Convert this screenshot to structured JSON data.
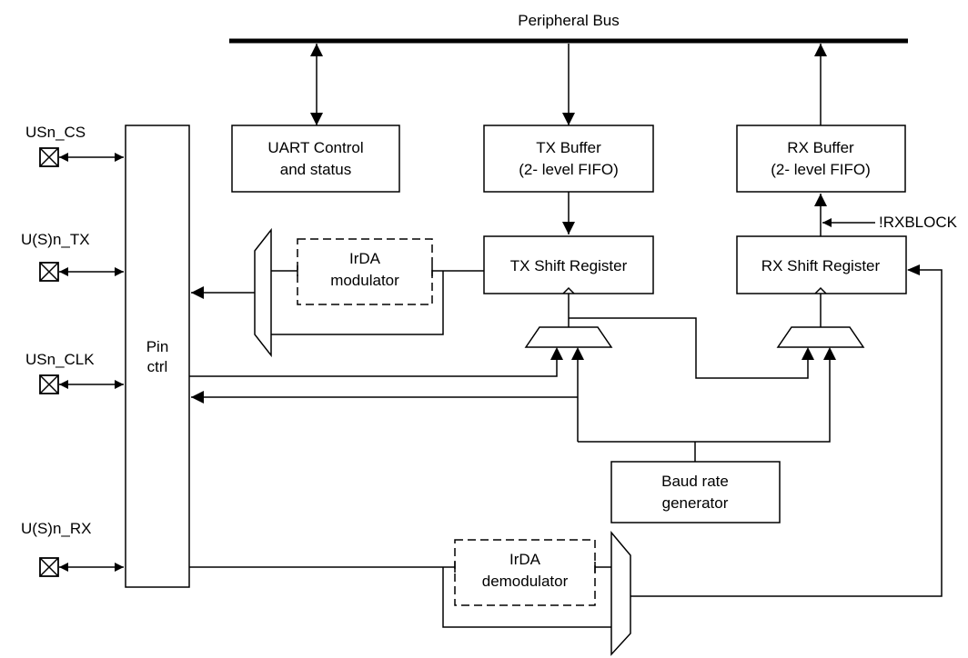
{
  "bus": {
    "label": "Peripheral Bus"
  },
  "pins": {
    "cs": "USn_CS",
    "tx": "U(S)n_TX",
    "clk": "USn_CLK",
    "rx": "U(S)n_RX"
  },
  "pin_ctrl": {
    "line1": "Pin",
    "line2": "ctrl"
  },
  "uart_control": {
    "line1": "UART Control",
    "line2": "and status"
  },
  "tx_buffer": {
    "line1": "TX Buffer",
    "line2": "(2- level FIFO)"
  },
  "rx_buffer": {
    "line1": "RX Buffer",
    "line2": "(2- level FIFO)"
  },
  "irda_mod": {
    "line1": "IrDA",
    "line2": "modulator"
  },
  "tx_shift": {
    "label": "TX Shift Register"
  },
  "rx_shift": {
    "label": "RX Shift Register"
  },
  "rxblock": {
    "label": "!RXBLOCK"
  },
  "baud": {
    "line1": "Baud rate",
    "line2": "generator"
  },
  "irda_demod": {
    "line1": "IrDA",
    "line2": "demodulator"
  }
}
